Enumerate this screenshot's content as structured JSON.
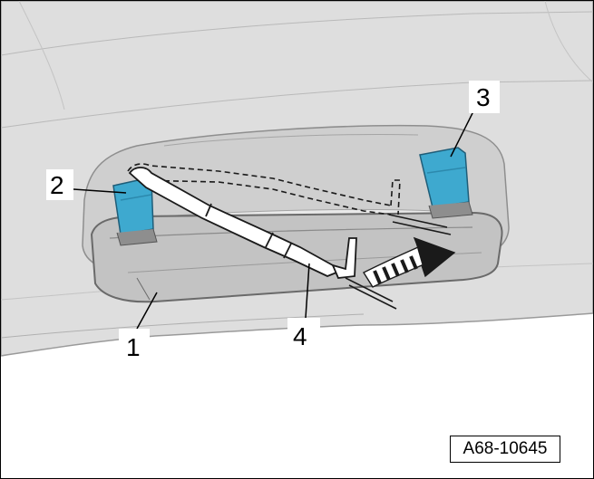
{
  "callouts": [
    {
      "id": "callout-1",
      "label": "1"
    },
    {
      "id": "callout-2",
      "label": "2"
    },
    {
      "id": "callout-3",
      "label": "3"
    },
    {
      "id": "callout-4",
      "label": "4"
    }
  ],
  "figure_id": "A68-10645",
  "colors": {
    "panel": "#dedede",
    "panel_edge": "#9a9a9a",
    "clip": "#3ea9cf",
    "clip_dark": "#2c89ad",
    "line": "#1a1a1a"
  }
}
